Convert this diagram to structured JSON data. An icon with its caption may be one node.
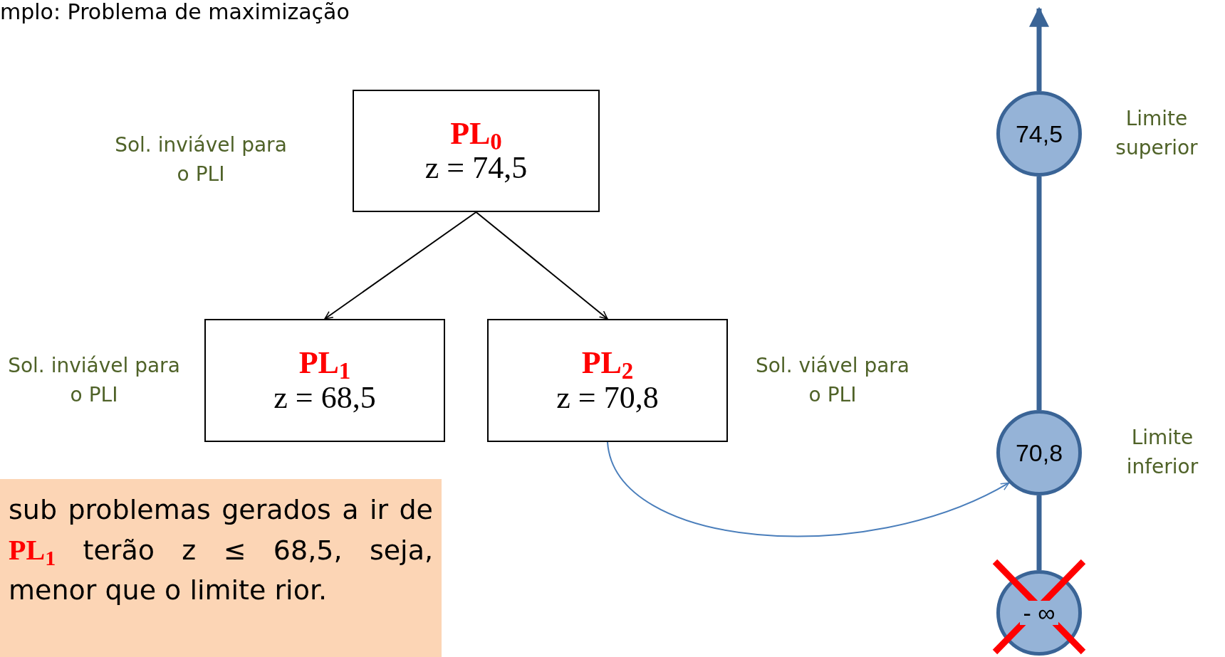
{
  "diagram": {
    "title": "mplo: Problema de maximização",
    "nodes": [
      {
        "text": [
          "PL$_{0}$",
          "z = 74,5"
        ],
        "beside": [
          "Sol. inviável para o PLI"
        ]
      },
      {
        "text": [
          "PL$_{1}$",
          "z = 68,5"
        ],
        "beside": [
          "Sol. inviável para o PLI"
        ]
      },
      {
        "text": [
          "PL$_{2}$",
          "z = 70,8"
        ],
        "beside": [
          "Sol. viável para o PLI"
        ]
      },
      {
        "text": [
          "74,5"
        ],
        "beside": [
          "Limite superior"
        ]
      },
      {
        "text": [
          "70,8"
        ],
        "beside": [
          "Limite inferior"
        ]
      },
      {
        "text": [
          "- ∞"
        ]
      },
      {
        "text": [
          "sub problemas gerados a ir de **PL$_{1}$** terão z ≤ 68,5, seja, menor que o limite rior."
        ]
      }
    ],
    "edges": [
      {
        "from": 0,
        "to": 1,
        "arrow": "to",
        "color": "#000000"
      },
      {
        "from": 0,
        "to": 2,
        "arrow": "to",
        "color": "#000000"
      },
      {
        "from": 2,
        "to": 4,
        "arrow": "to",
        "color": "#4a7ebb"
      },
      {
        "from": 3,
        "to": null,
        "arrow": "to",
        "style": "thick",
        "color": "#3a6496"
      },
      {
        "from": 3,
        "to": 4,
        "arrow": "none",
        "style": "thick",
        "color": "#3a6496"
      },
      {
        "from": 4,
        "to": 5,
        "arrow": "none",
        "style": "thick",
        "color": "#3a6496"
      }
    ]
  }
}
